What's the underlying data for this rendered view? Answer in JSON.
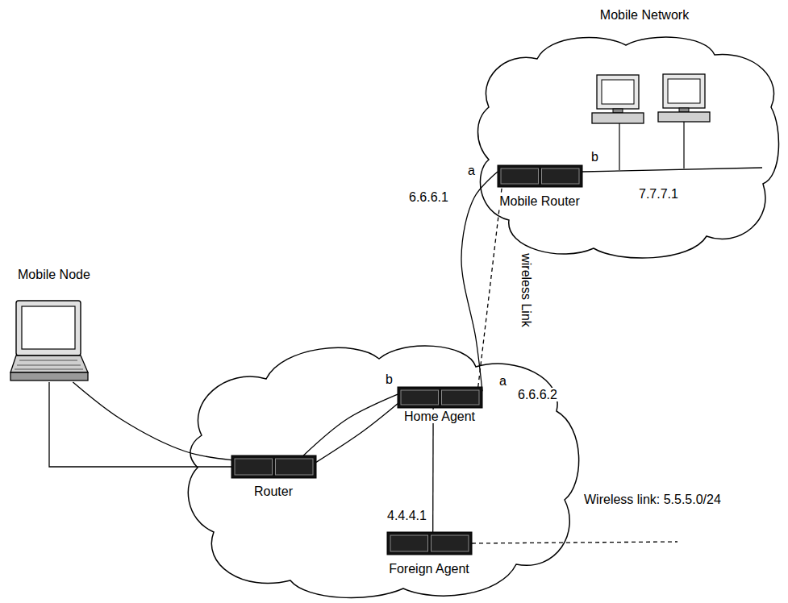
{
  "diagram": {
    "nodes": [
      {
        "text": [
          "Mobile Network"
        ]
      },
      {
        "text": [
          "Mobile Router"
        ],
        "in": 0
      },
      {
        "text": [
          "Mobile Node"
        ]
      },
      {
        "text": [
          "Home Agent"
        ]
      },
      {
        "text": [
          "Router"
        ]
      },
      {
        "text": [
          "Foreign Agent"
        ]
      }
    ],
    "edges": [
      {
        "from": 2,
        "to": 4,
        "arrow": "none"
      },
      {
        "from": 2,
        "to": 4,
        "arrow": "none"
      },
      {
        "from": 4,
        "to": 3,
        "arrow": "none"
      },
      {
        "from": 4,
        "to": 3,
        "arrow": "none"
      },
      {
        "from": 3,
        "to": 5,
        "arrow": "none"
      },
      {
        "from": 3,
        "to": 1,
        "arrow": "none"
      },
      {
        "from": 3,
        "to": 1,
        "arrow": "none"
      }
    ],
    "labels": [
      "a",
      "6.6.6.1",
      "b",
      "7.7.7.1",
      "wireless Link",
      "b",
      "a",
      "6.6.6.2",
      "4.4.4.1",
      "Wireless link: 5.5.5.0/24"
    ]
  }
}
